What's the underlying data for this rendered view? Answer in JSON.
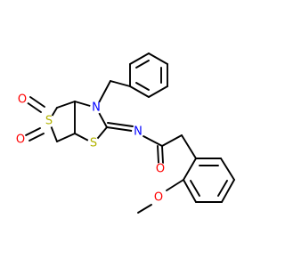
{
  "molecule": {
    "atoms": {
      "N3": {
        "label": "N",
        "color": "#0000ff"
      },
      "N_imine": {
        "label": "N",
        "color": "#0000ff"
      },
      "S_ring": {
        "label": "S",
        "color": "#b2b200"
      },
      "S_sulfone": {
        "label": "S",
        "color": "#b2b200"
      },
      "O_sulfone_1": {
        "label": "O",
        "color": "#ff0000"
      },
      "O_sulfone_2": {
        "label": "O",
        "color": "#ff0000"
      },
      "O_carbonyl": {
        "label": "O",
        "color": "#ff0000"
      },
      "O_methoxy": {
        "label": "O",
        "color": "#ff0000"
      }
    }
  }
}
